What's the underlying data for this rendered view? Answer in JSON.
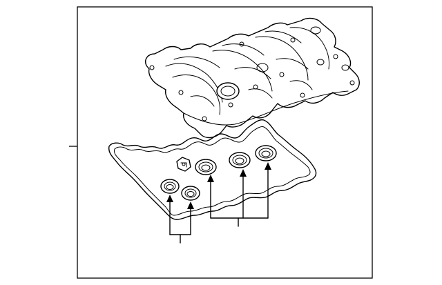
{
  "diagram": {
    "kind": "exploded-parts-illustration",
    "labels": [],
    "callouts": [
      {
        "id": "left-group",
        "arrow_count": 2
      },
      {
        "id": "right-group",
        "arrow_count": 3
      }
    ],
    "colors": {
      "line": "#000000",
      "background": "#ffffff"
    }
  }
}
